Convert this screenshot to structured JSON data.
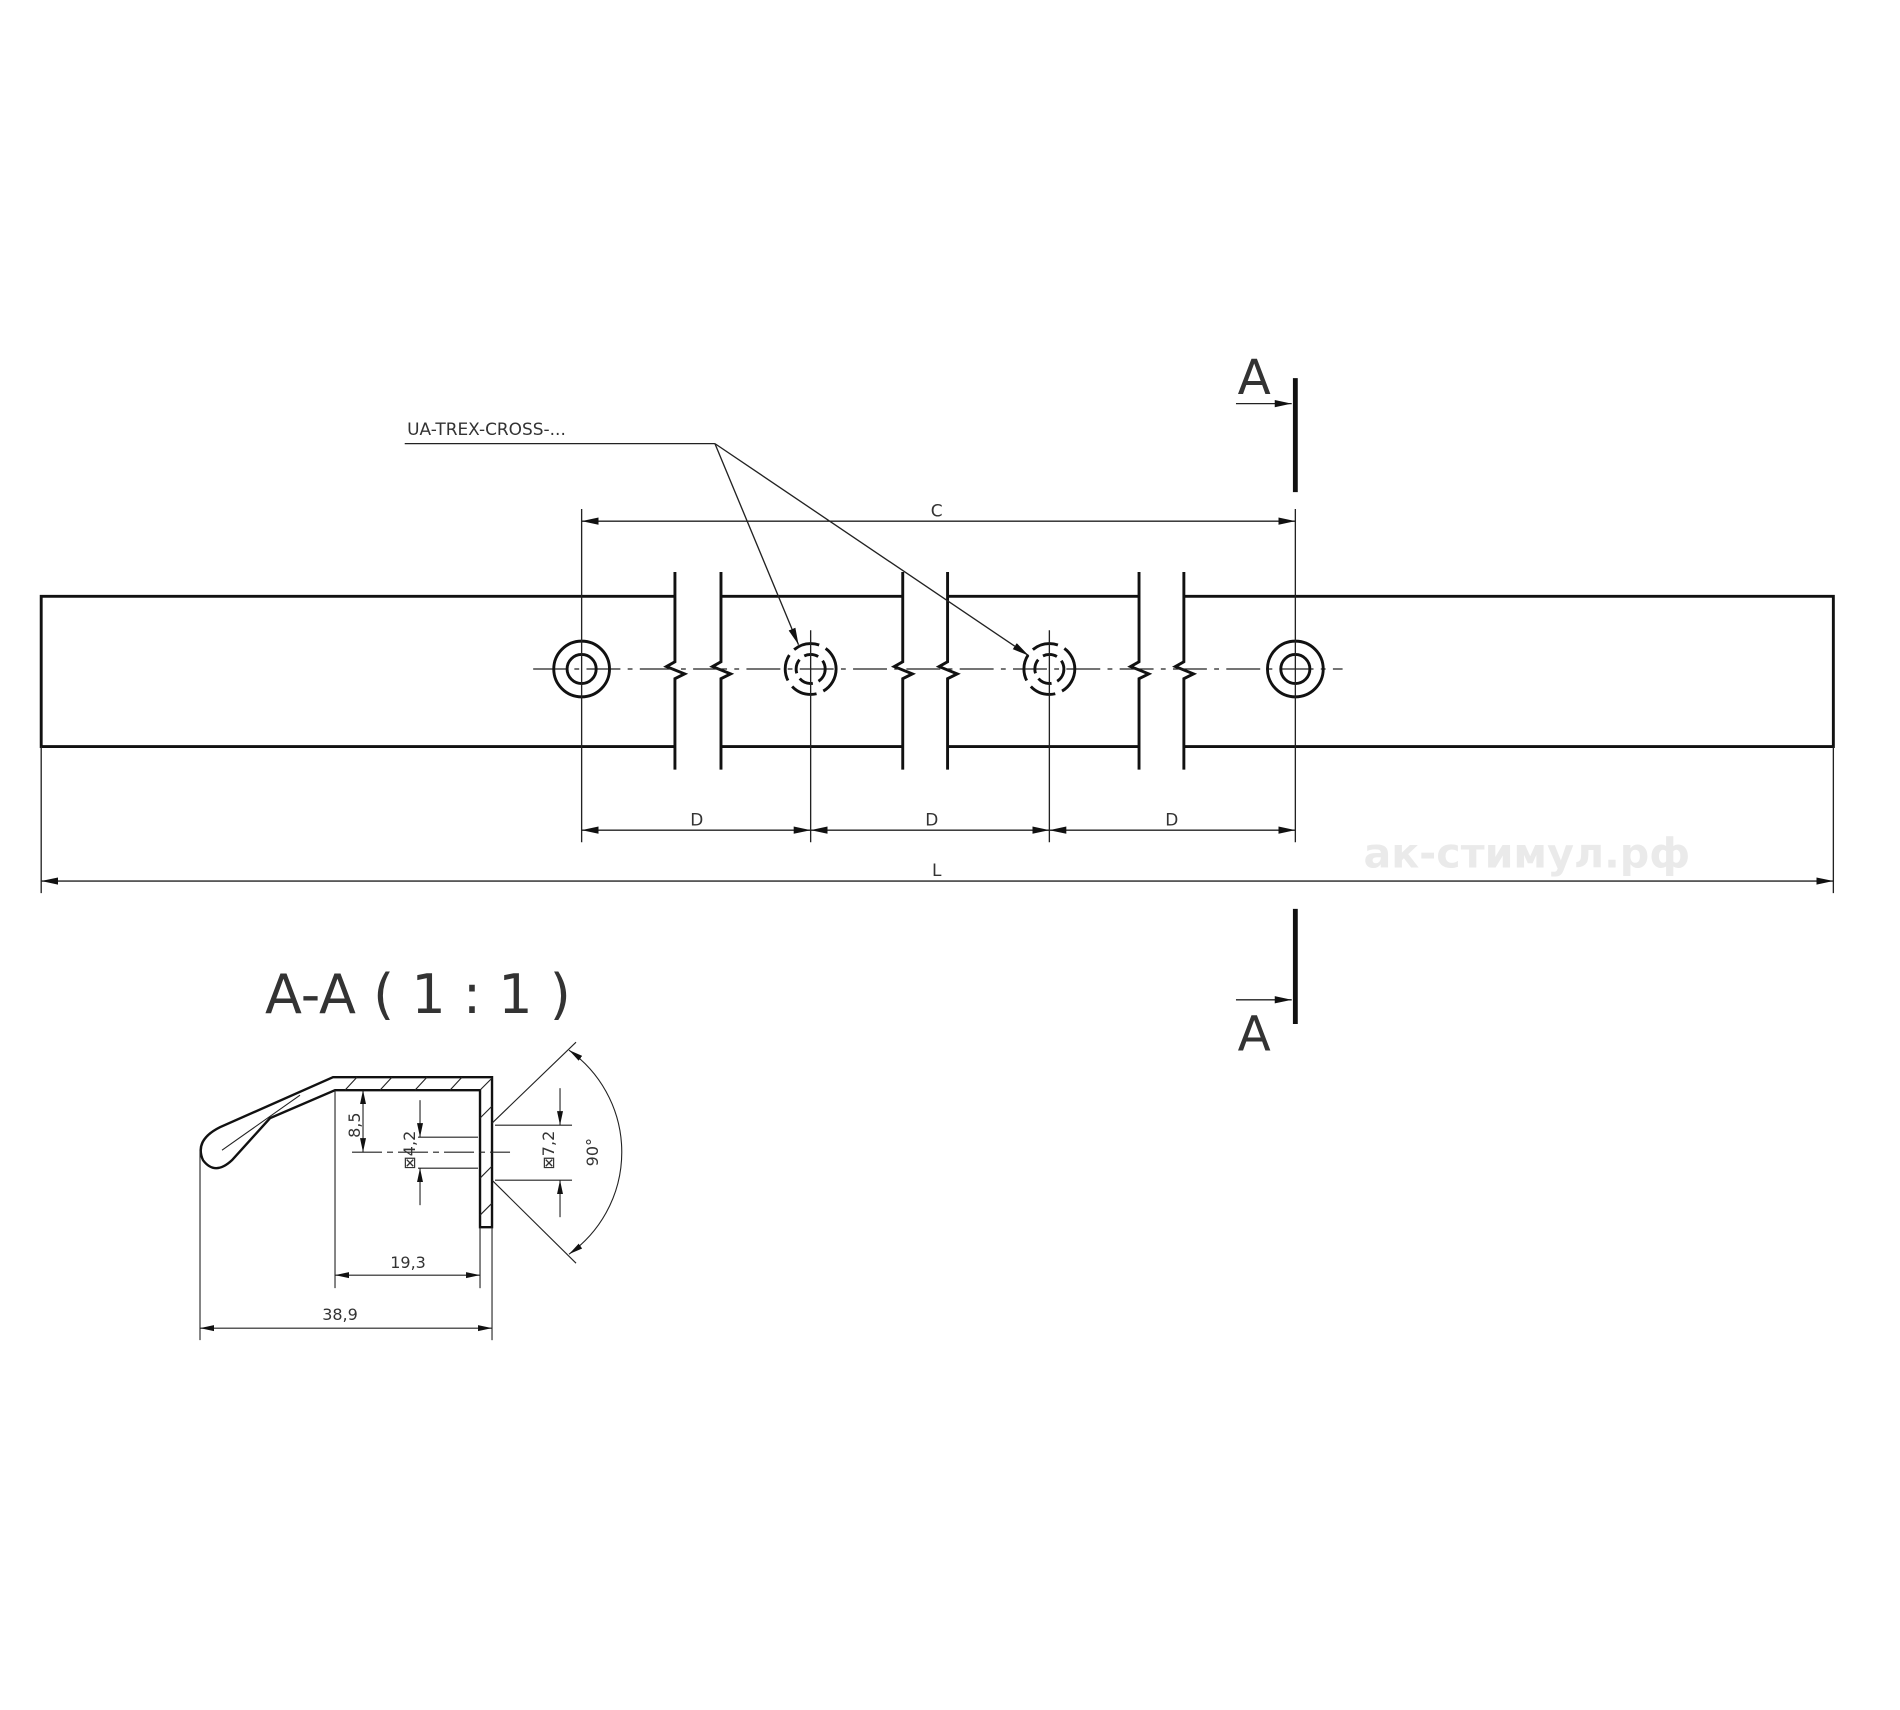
{
  "drawing": {
    "leader_label": "UA-TREX-CROSS-...",
    "dim_c": "C",
    "dim_d": [
      "D",
      "D",
      "D"
    ],
    "dim_l": "L",
    "section_mark_top": "A",
    "section_mark_bottom": "A",
    "watermark": "ак-стимул.рф"
  },
  "section": {
    "title": "A-A ( 1 : 1 )",
    "dim_height": "8,5",
    "dim_hole_small": "⊠4,2",
    "dim_hole_large": "⊠7,2",
    "dim_angle": "90°",
    "dim_inner_width": "19,3",
    "dim_total_width": "38,9"
  }
}
